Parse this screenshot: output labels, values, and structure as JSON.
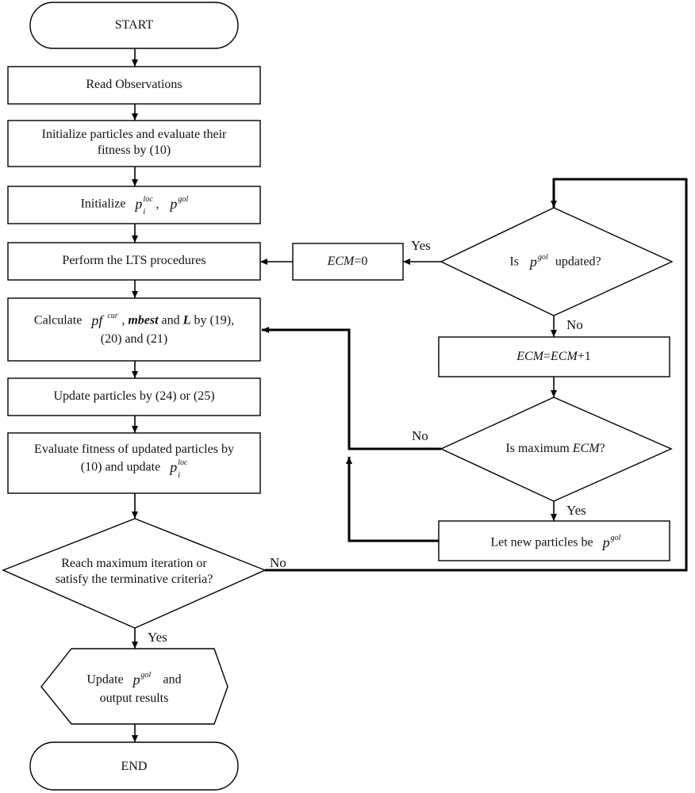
{
  "nodes": {
    "start": "START",
    "read": "Read Observations",
    "init_line1": "Initialize particles and evaluate their",
    "init_line2": "fitness by (10)",
    "initp_pre": "Initialize",
    "lts": "Perform the LTS procedures",
    "calc_pre": "Calculate",
    "calc_mbest": "mbest",
    "calc_and": " and ",
    "calc_L": "L",
    "calc_by": " by (19),",
    "calc_line2": "(20) and (21)",
    "update": "Update particles by (24) or (25)",
    "eval_line1": "Evaluate fitness of updated particles by",
    "eval_line2_pre": "(10) and update",
    "reach_line1": "Reach maximum iteration or",
    "reach_line2": "satisfy the terminative criteria?",
    "output_pre": "Update",
    "output_and": "and",
    "output_line2": "output results",
    "end": "END",
    "is_pre": "Is",
    "is_post": "updated?",
    "ecm0_var": "ECM",
    "ecm0_val": "=0",
    "ecm_inc_a": "ECM",
    "ecm_inc_eq": "=",
    "ecm_inc_b": "ECM",
    "ecm_inc_c": "+1",
    "maxecm_pre": "Is maximum ",
    "maxecm_var": "ECM",
    "maxecm_q": "?",
    "letnew_pre": "Let new particles be"
  },
  "symbols": {
    "p": "p",
    "pf": "pf",
    "i": "i",
    "loc": "loc",
    "gol": "gol",
    "cur": "cur",
    "comma": ","
  },
  "edges": {
    "yes": "Yes",
    "no": "No"
  },
  "colors": {
    "stroke": "#000000",
    "background": "#ffffff"
  }
}
